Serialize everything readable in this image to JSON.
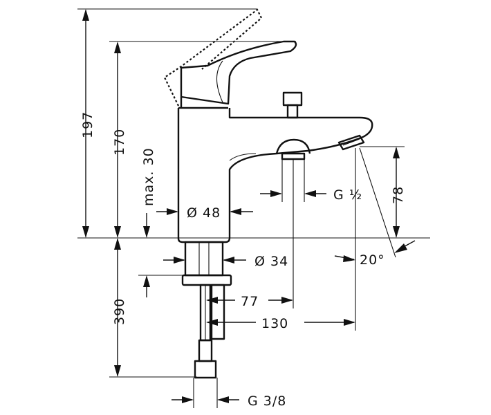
{
  "dimensions": {
    "total_height": "197",
    "spout_height": "170",
    "max_deck": "max. 30",
    "body_diameter": "Ø 48",
    "outlet_height": "78",
    "outlet_thread": "G ½",
    "angle": "20°",
    "shank_diameter": "Ø 34",
    "hose_depth": "390",
    "projection_77": "77",
    "projection_130": "130",
    "supply_thread": "G 3/8"
  }
}
